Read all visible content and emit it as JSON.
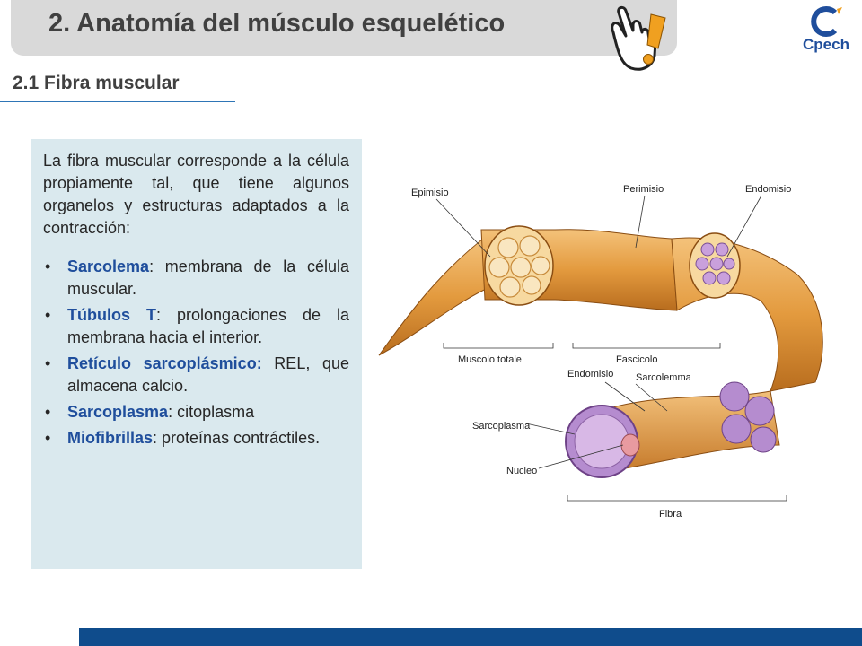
{
  "header": {
    "title": "2. Anatomía del músculo esquelético",
    "logo_text": "Cpech"
  },
  "section": {
    "subtitle": "2.1 Fibra muscular"
  },
  "content": {
    "intro": "La fibra muscular corresponde a la célula propiamente tal, que tiene algunos organelos y estructuras adaptados a la contracción:",
    "bullets": [
      {
        "term": "Sarcolema",
        "text": ": membrana de la célula muscular."
      },
      {
        "term": "Túbulos T",
        "text": ": prolongaciones de la membrana hacia el interior."
      },
      {
        "term": "Retículo sarcoplásmico:",
        "text": " REL, que almacena calcio."
      },
      {
        "term": "Sarcoplasma",
        "text": ": citoplasma"
      },
      {
        "term": "Miofibrillas",
        "text": ": proteínas contráctiles."
      }
    ]
  },
  "diagram": {
    "labels": {
      "epimisio": "Epimisio",
      "perimisio": "Perimisio",
      "endomisio_top": "Endomisio",
      "muscolo_totale": "Muscolo totale",
      "fascicolo": "Fascicolo",
      "endomisio_mid": "Endomisio",
      "sarcolemma": "Sarcolemma",
      "sarcoplasma": "Sarcoplasma",
      "nucleo": "Nucleo",
      "fibra": "Fibra"
    }
  },
  "colors": {
    "title_bar": "#d9d9d9",
    "text_box": "#dae9ee",
    "accent_blue": "#1f4e9c",
    "footer": "#0f4c8c",
    "muscle_orange": "#e8a24c",
    "fiber_purple": "#b58ccf"
  }
}
